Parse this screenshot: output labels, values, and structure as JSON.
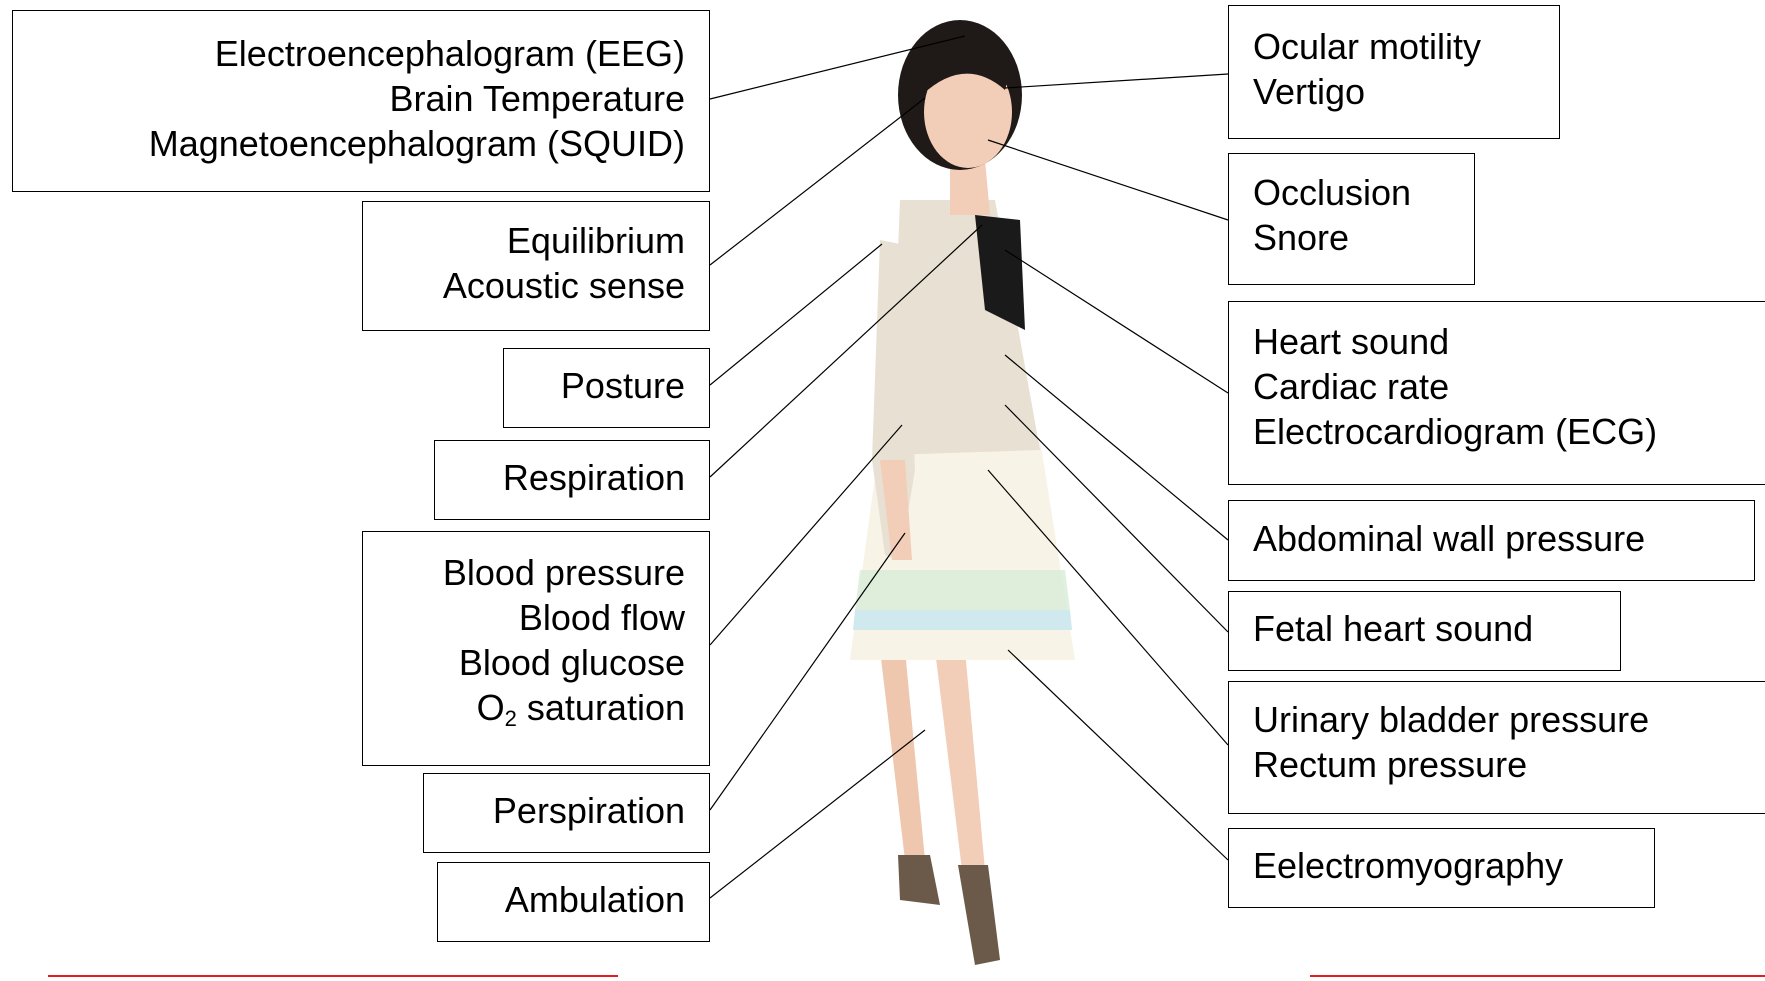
{
  "left_labels": {
    "brain": [
      "Electroencephalogram (EEG)",
      "Brain Temperature",
      "Magnetoencephalogram (SQUID)"
    ],
    "ear": [
      "Equilibrium",
      "Acoustic sense"
    ],
    "posture": [
      "Posture"
    ],
    "respiration": [
      "Respiration"
    ],
    "blood": [
      "Blood pressure",
      "Blood flow",
      "Blood glucose"
    ],
    "o2": {
      "prefix": "O",
      "sub": "2",
      "suffix": " saturation"
    },
    "perspiration": [
      "Perspiration"
    ],
    "ambulation": [
      "Ambulation"
    ]
  },
  "right_labels": {
    "eye": [
      "Ocular motility",
      "Vertigo"
    ],
    "mouth": [
      "Occlusion",
      "Snore"
    ],
    "heart": [
      "Heart sound",
      "Cardiac rate",
      "Electrocardiogram (ECG)"
    ],
    "abdomen": [
      "Abdominal wall pressure"
    ],
    "fetal": [
      "Fetal heart sound"
    ],
    "bladder": [
      "Urinary bladder pressure",
      "Rectum pressure"
    ],
    "emg": [
      "Eelectromyography"
    ]
  },
  "colors": {
    "accent_line": "#e02020",
    "jacket": "#e8e0d2",
    "hair": "#1f1a17",
    "skin": "#f2cdb8",
    "skirt": "#f7f3e6",
    "shoes": "#6b5a4a"
  }
}
